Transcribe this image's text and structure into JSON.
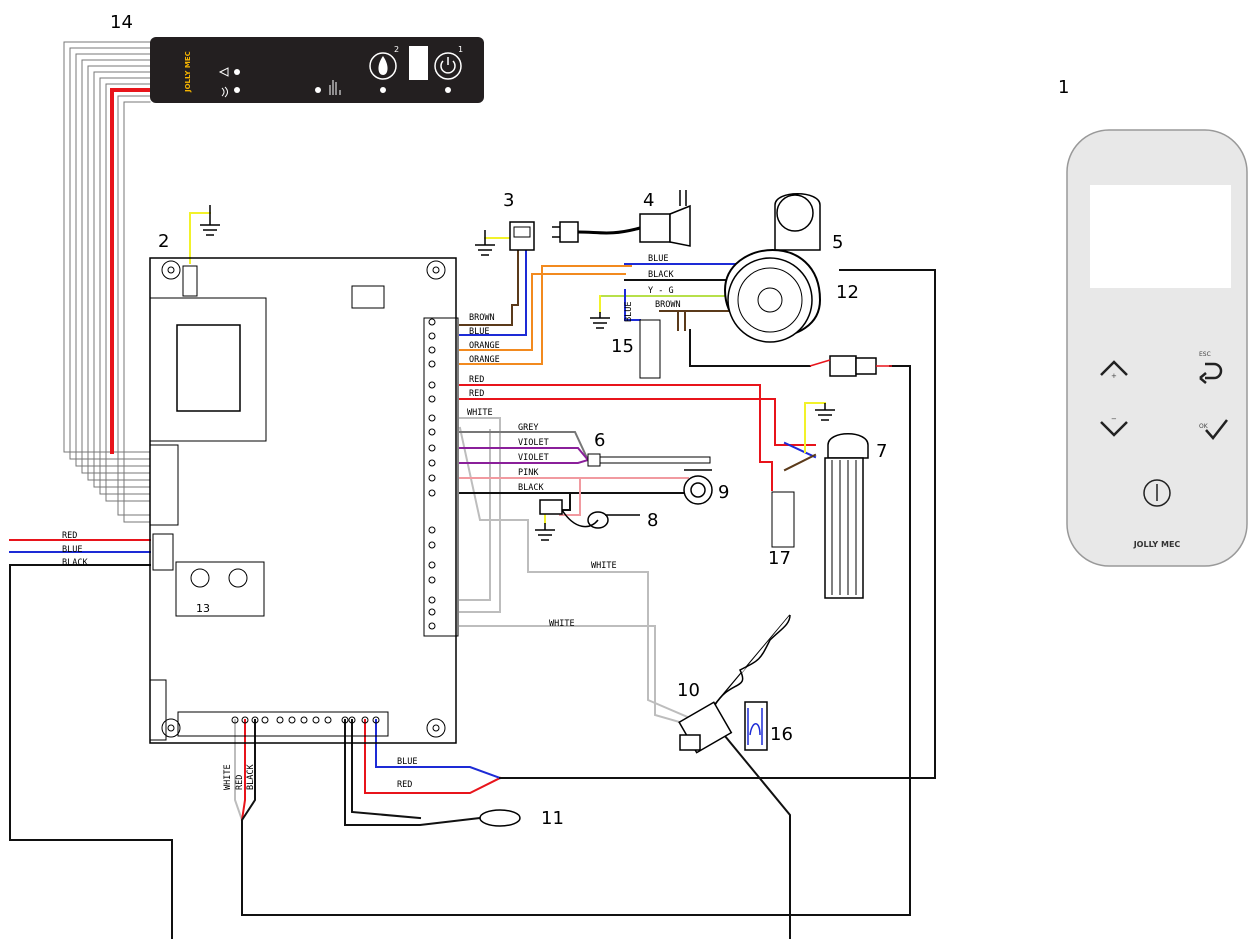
{
  "callouts": {
    "n1": "1",
    "n2": "2",
    "n3": "3",
    "n4": "4",
    "n5": "5",
    "n6": "6",
    "n7": "7",
    "n8": "8",
    "n9": "9",
    "n10": "10",
    "n11": "11",
    "n12": "12",
    "n13": "13",
    "n14": "14",
    "n15": "15",
    "n16": "16",
    "n17": "17"
  },
  "wire_labels": {
    "brown_1": "BROWN",
    "blue_1": "BLUE",
    "orange_1": "ORANGE",
    "orange_2": "ORANGE",
    "red_1": "RED",
    "red_2": "RED",
    "white_1": "WHITE",
    "grey": "GREY",
    "violet_1": "VIOLET",
    "violet_2": "VIOLET",
    "pink": "PINK",
    "black_1": "BLACK",
    "blue_fan": "BLUE",
    "black_fan": "BLACK",
    "yg": "Y - G",
    "brown_fan": "BROWN",
    "blue_15": "BLUE",
    "white_2": "WHITE",
    "white_3": "WHITE",
    "left_red": "RED",
    "left_blue": "BLUE",
    "left_black": "BLACK",
    "bot_white": "WHITE",
    "bot_red": "RED",
    "bot_black": "BLACK",
    "bot_blue": "BLUE",
    "bot_red2": "RED"
  },
  "remote": {
    "brand": "JOLLY MEC",
    "esc_label": "ESC",
    "ok_label": "OK",
    "plus_label": "+",
    "minus_label": "−"
  },
  "panel": {
    "brand": "JOLLY MEC",
    "marker_1": "1",
    "marker_2": "2"
  },
  "colors": {
    "wire_red": "#e8141b",
    "wire_blue": "#1d2bd6",
    "wire_orange": "#f28a1f",
    "wire_brown": "#5b3a1a",
    "wire_grey": "#9a9a9a",
    "wire_violet": "#8a1f9a",
    "wire_pink": "#f19aa0",
    "wire_black": "#111111",
    "wire_white": "#bdbdbd",
    "wire_yellow": "#f2f22a",
    "wire_yg": "#b7e04a",
    "panel_dark": "#231f20",
    "remote_body": "#e8e8e8"
  }
}
